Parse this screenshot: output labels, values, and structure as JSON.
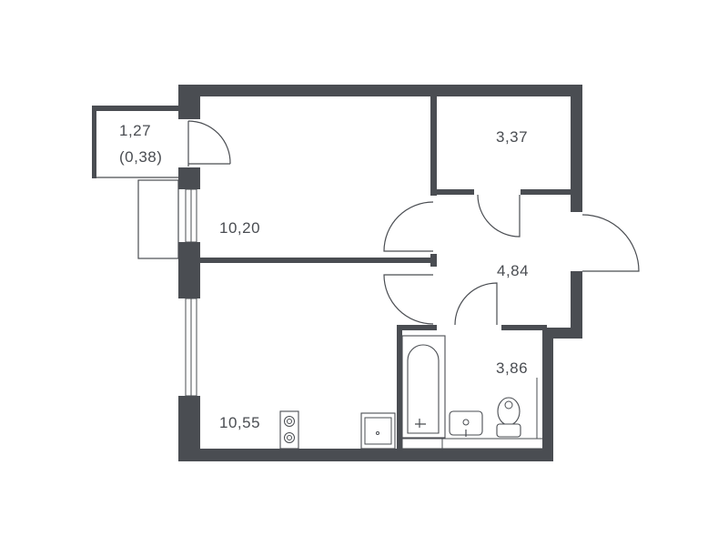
{
  "colors": {
    "wall": "#4a4d52",
    "text": "#4a4d52",
    "background": "#ffffff"
  },
  "rooms": {
    "balcony": {
      "area": "1,27",
      "area_reduced": "(0,38)"
    },
    "bedroom": {
      "area": "10,20"
    },
    "storage": {
      "area": "3,37"
    },
    "hall": {
      "area": "4,84"
    },
    "bathroom": {
      "area": "3,86"
    },
    "kitchen_living": {
      "area": "10,55"
    }
  },
  "icons": {
    "stove": "stove-icon",
    "kitchen_sink": "kitchen-sink-icon",
    "bathtub": "bathtub-icon",
    "wash_basin": "wash-basin-icon",
    "toilet": "toilet-icon"
  }
}
